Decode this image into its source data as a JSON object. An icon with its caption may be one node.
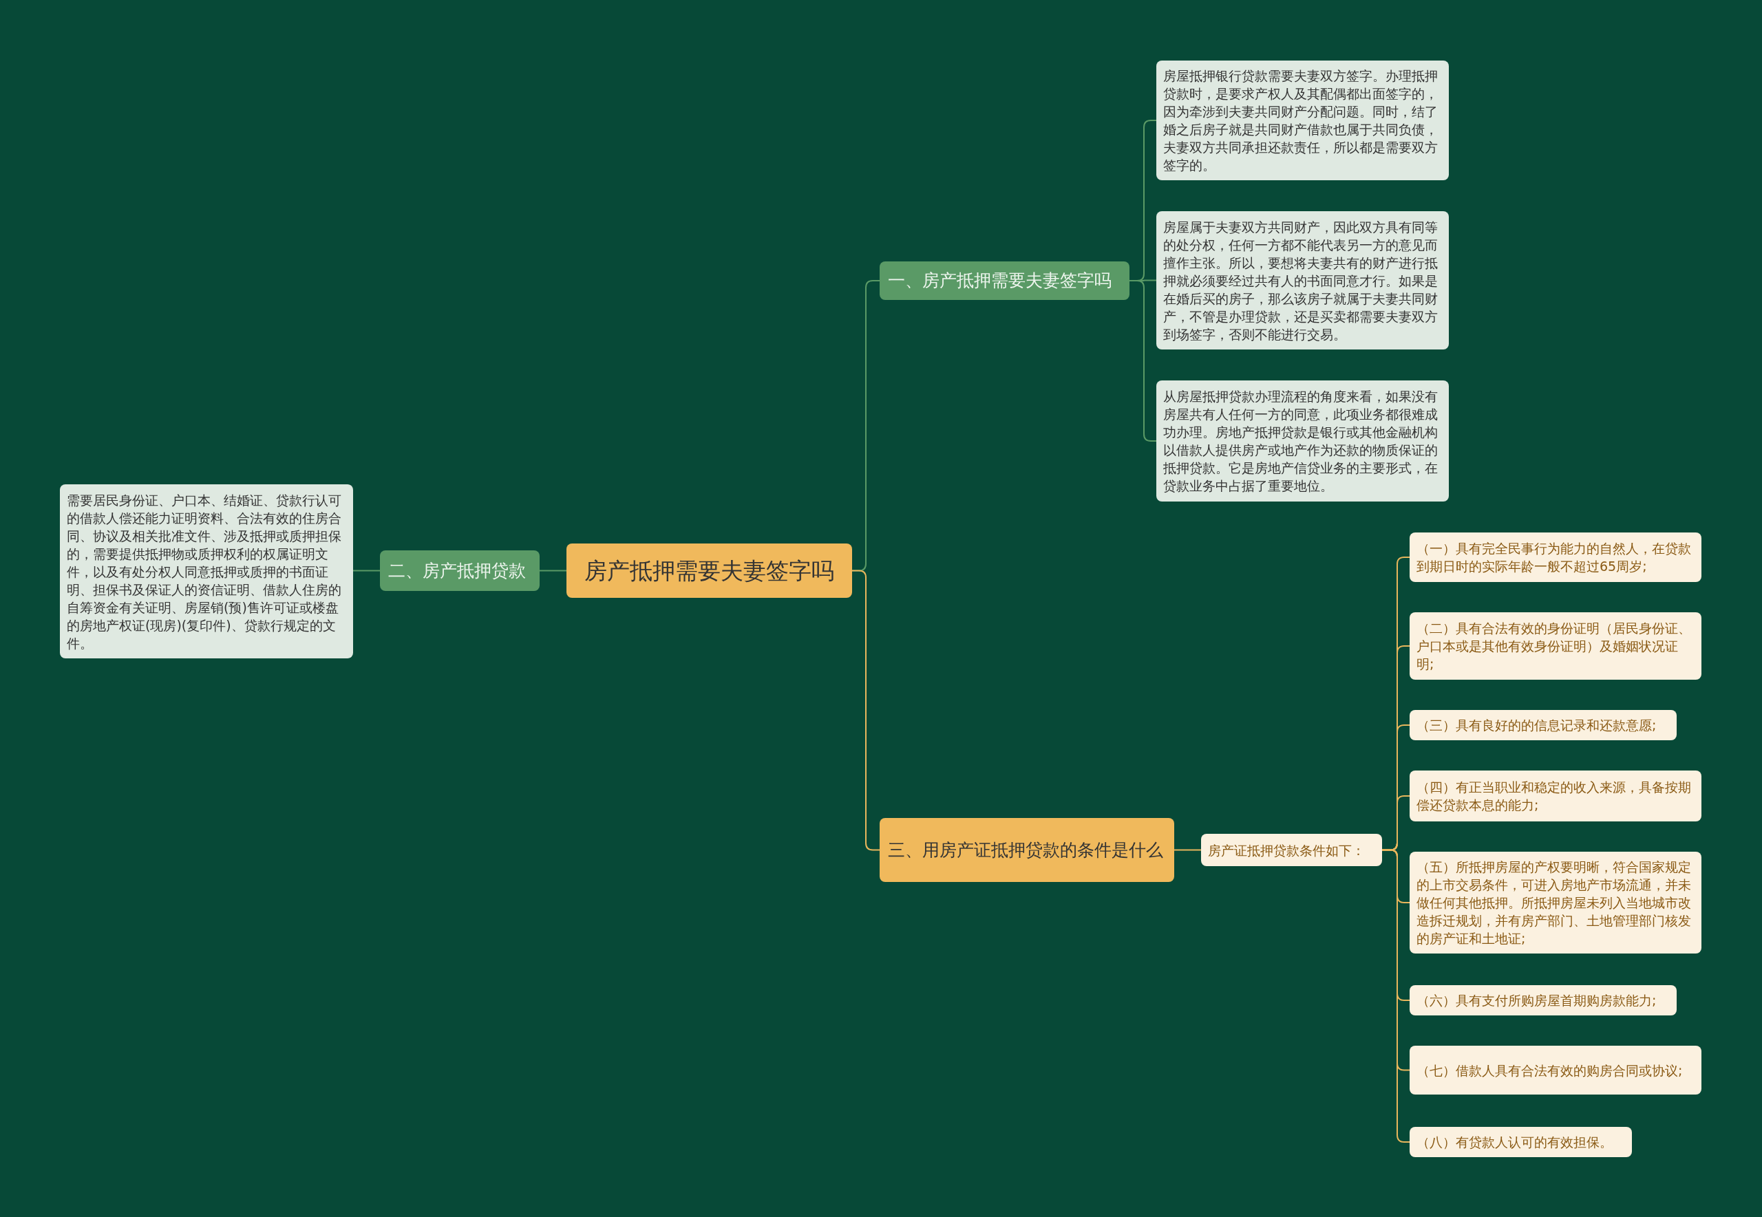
{
  "diagram": {
    "nodes": [
      {
        "text": [
          "房产抵押需要夫妻签字吗"
        ]
      },
      {
        "text": [
          "一、房产抵押需要夫妻签字吗"
        ]
      },
      {
        "text": [
          "房屋抵押银行贷款需要夫妻双方签字。办理抵押贷款时，是要求产权人及其配偶都出面签字的，因为牵涉到夫妻共同财产分配问题。同时，结了婚之后房子就是共同财产借款也属于共同负债，夫妻双方共同承担还款责任，所以都是需要双方签字的。"
        ]
      },
      {
        "text": [
          "房屋属于夫妻双方共同财产，因此双方具有同等的处分权，任何一方都不能代表另一方的意见而擅作主张。所以，要想将夫妻共有的财产进行抵押就必须要经过共有人的书面同意才行。如果是在婚后买的房子，那么该房子就属于夫妻共同财产，不管是办理贷款，还是买卖都需要夫妻双方到场签字，否则不能进行交易。"
        ]
      },
      {
        "text": [
          "从房屋抵押贷款办理流程的角度来看，如果没有房屋共有人任何一方的同意，此项业务都很难成功办理。房地产抵押贷款是银行或其他金融机构以借款人提供房产或地产作为还款的物质保证的抵押贷款。它是房地产信贷业务的主要形式，在贷款业务中占据了重要地位。"
        ]
      },
      {
        "text": [
          "二、房产抵押贷款"
        ]
      },
      {
        "text": [
          "需要居民身份证、户口本、结婚证、贷款行认可的借款人偿还能力证明资料、合法有效的住房合同、协议及相关批准文件、涉及抵押或质押担保的，需要提供抵押物或质押权利的权属证明文件，以及有处分权人同意抵押或质押的书面证明、担保书及保证人的资信证明、借款人住房的自筹资金有关证明、房屋销(预)售许可证或楼盘的房地产权证(现房)(复印件)、贷款行规定的文件。"
        ]
      },
      {
        "text": [
          "三、用房产证抵押贷款的条件是什么"
        ]
      },
      {
        "text": [
          "房产证抵押贷款条件如下："
        ]
      },
      {
        "text": [
          "（一）具有完全民事行为能力的自然人，在贷款到期日时的实际年龄一般不超过65周岁;"
        ]
      },
      {
        "text": [
          "（二）具有合法有效的身份证明（居民身份证、户口本或是其他有效身份证明）及婚姻状况证明;"
        ]
      },
      {
        "text": [
          "（三）具有良好的的信息记录和还款意愿;"
        ]
      },
      {
        "text": [
          "（四）有正当职业和稳定的收入来源，具备按期偿还贷款本息的能力;"
        ]
      },
      {
        "text": [
          "（五）所抵押房屋的产权要明晰，符合国家规定的上市交易条件，可进入房地产市场流通，并未做任何其他抵押。所抵押房屋未列入当地城市改造拆迁规划，并有房产部门、土地管理部门核发的房产证和土地证;"
        ]
      },
      {
        "text": [
          "（六）具有支付所购房屋首期购房款能力;"
        ]
      },
      {
        "text": [
          "（七）借款人具有合法有效的购房合同或协议;"
        ]
      },
      {
        "text": [
          "（八）有贷款人认可的有效担保。"
        ]
      }
    ],
    "edges": [
      {
        "from": 0,
        "to": 1,
        "arrow": "none",
        "color": "#5a9a66"
      },
      {
        "from": 1,
        "to": 2,
        "arrow": "none",
        "color": "#5a9a66"
      },
      {
        "from": 1,
        "to": 3,
        "arrow": "none",
        "color": "#5a9a66"
      },
      {
        "from": 1,
        "to": 4,
        "arrow": "none",
        "color": "#5a9a66"
      },
      {
        "from": 0,
        "to": 5,
        "arrow": "none",
        "color": "#5a9a66"
      },
      {
        "from": 5,
        "to": 6,
        "arrow": "none",
        "color": "#5a9a66"
      },
      {
        "from": 0,
        "to": 7,
        "arrow": "none"
      },
      {
        "from": 7,
        "to": 8,
        "arrow": "none"
      },
      {
        "from": 8,
        "to": 9,
        "arrow": "none"
      },
      {
        "from": 8,
        "to": 10,
        "arrow": "none"
      },
      {
        "from": 8,
        "to": 11,
        "arrow": "none"
      },
      {
        "from": 8,
        "to": 12,
        "arrow": "none"
      },
      {
        "from": 8,
        "to": 13,
        "arrow": "none"
      },
      {
        "from": 8,
        "to": 14,
        "arrow": "none"
      },
      {
        "from": 8,
        "to": 15,
        "arrow": "none"
      },
      {
        "from": 8,
        "to": 16,
        "arrow": "none"
      }
    ]
  }
}
